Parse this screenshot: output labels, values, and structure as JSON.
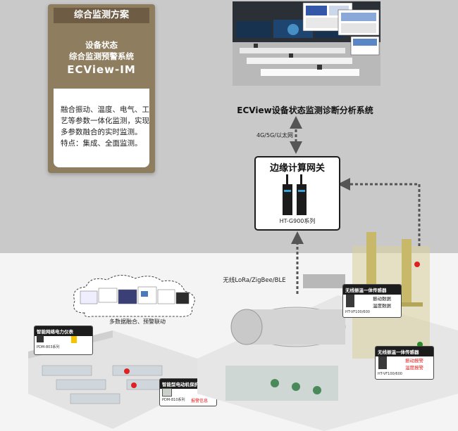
{
  "card": {
    "header": "综合监测方案",
    "subtitle_line1": "设备状态",
    "subtitle_line2": "综合监测预警系统",
    "product": "ECView-IM",
    "desc_lines": [
      "融合振动、温度、电气、工",
      "艺等参数一体化监测，实现",
      "多参数融合的实时监测。",
      "特点：集成、全面监测。"
    ]
  },
  "system_title": "ECView设备状态监测诊断分析系统",
  "network_label": "4G/5G/以太网",
  "gateway": {
    "title": "边缘计算网关",
    "model": "HT-G900系列"
  },
  "wireless_label": "无线LoRa/ZigBee/BLE",
  "cloud_label": "多数据融合、预警联动",
  "tag_meter": {
    "title": "智能网络电力仪表",
    "model": "PDM-803系列"
  },
  "tag_protector": {
    "title": "智能型电动机保护控制器",
    "model": "PDM-810系列",
    "alert": "报警信息"
  },
  "sensor_tag_1": {
    "title": "无线振温一体传感器",
    "model": "HT-VF100/600",
    "line1": "振动数据",
    "line2": "温度数据"
  },
  "sensor_tag_2": {
    "title": "无线振温一体传感器",
    "model": "HT-VF100/600",
    "line1": "振动报警",
    "line2": "温度报警"
  },
  "colors": {
    "card_gold": "#8f7d5f",
    "card_dark": "#6e5c44",
    "top_bg": "#c9c9c9",
    "alarm_red": "#d22222"
  }
}
